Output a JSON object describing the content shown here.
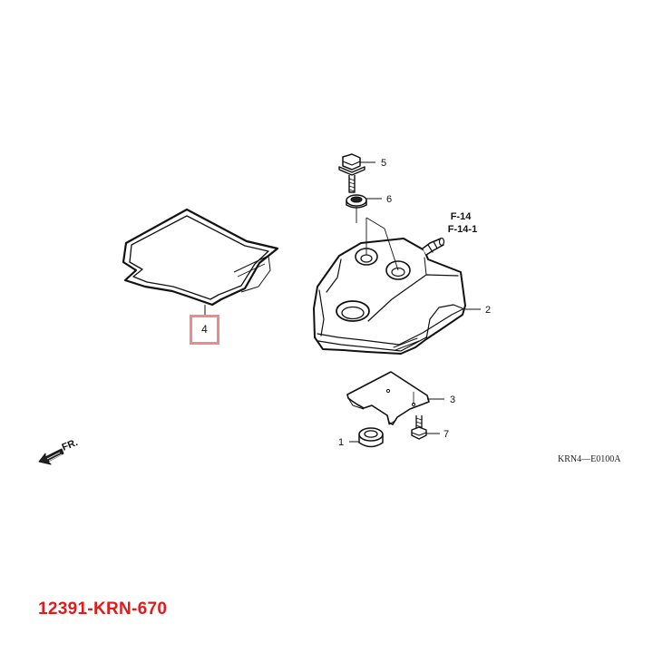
{
  "callouts": {
    "c1": "1",
    "c2": "2",
    "c3": "3",
    "c4": "4",
    "c5": "5",
    "c6": "6",
    "c7": "7"
  },
  "references": {
    "f14": "F-14",
    "f14_1": "F-14-1"
  },
  "direction_label": "FR.",
  "drawing_number": "KRN4—E0100A",
  "part_number": "12391-KRN-670",
  "colors": {
    "highlight_box": "#f08a8a",
    "part_number": "#e01b1b"
  }
}
